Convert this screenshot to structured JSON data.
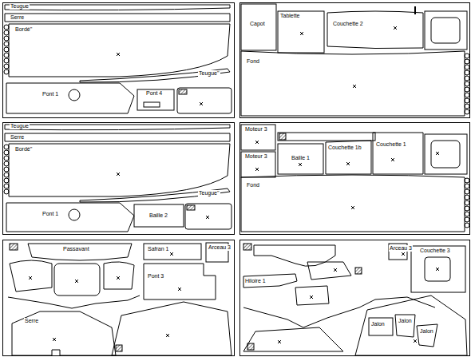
{
  "diagram": {
    "labels": [
      "Teugue",
      "Serre",
      "Bordé''",
      "Teugue''",
      "Pont 1",
      "Pont 4",
      "Capot",
      "Tablette",
      "Couchette 2",
      "Fond",
      "Teugue",
      "Serre",
      "Bordé''",
      "Teugue''",
      "Pont 1",
      "Baille 2",
      "Moteur 3",
      "Moteur 3",
      "Baille 1",
      "Couchette 1b",
      "Couchette 1",
      "Fond",
      "Passavant",
      "Safran 1",
      "Arceau 3",
      "Pont 3",
      "Serre",
      "Arceau 3",
      "Couchette 3",
      "Hiloire 1",
      "Jalon",
      "Jalon",
      "Jalon"
    ]
  }
}
